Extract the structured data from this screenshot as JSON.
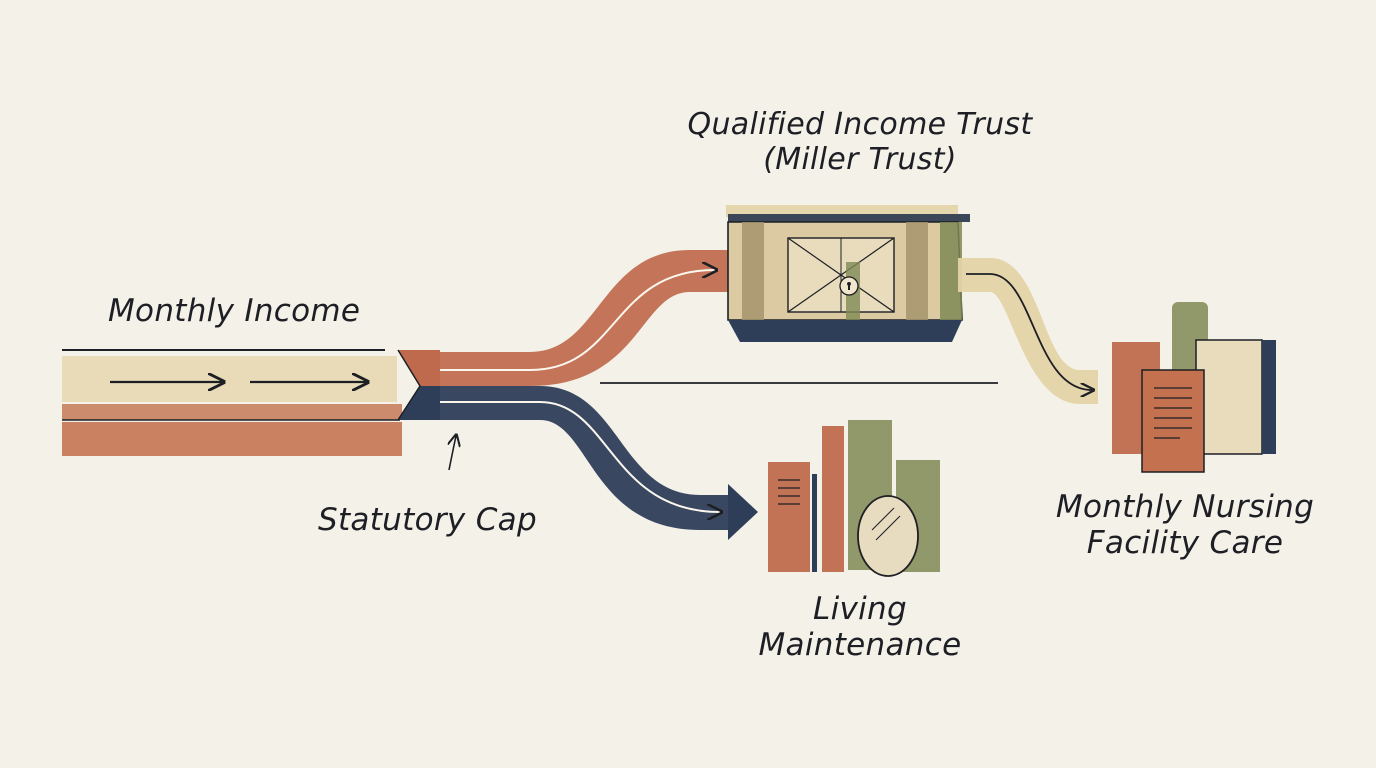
{
  "labels": {
    "monthly_income": "Monthly Income",
    "statutory_cap": "Statutory Cap",
    "qit_line1": "Qualified Income Trust",
    "qit_line2": "(Miller Trust)",
    "living_line1": "Living",
    "living_line2": "Maintenance",
    "nursing_line1": "Monthly Nursing",
    "nursing_line2": "Facility Care"
  },
  "colors": {
    "background": "#f4f1e9",
    "income_beige": "#e8d9b5",
    "rust": "#bf6a4d",
    "navy": "#2e3e58",
    "olive": "#7f8a55",
    "ink": "#1d1f24",
    "chest": "#d9cba6"
  },
  "icons": {
    "trust": "lockbox-chest-icon",
    "living": "books-mirror-icon",
    "nursing": "facility-bills-icon"
  }
}
